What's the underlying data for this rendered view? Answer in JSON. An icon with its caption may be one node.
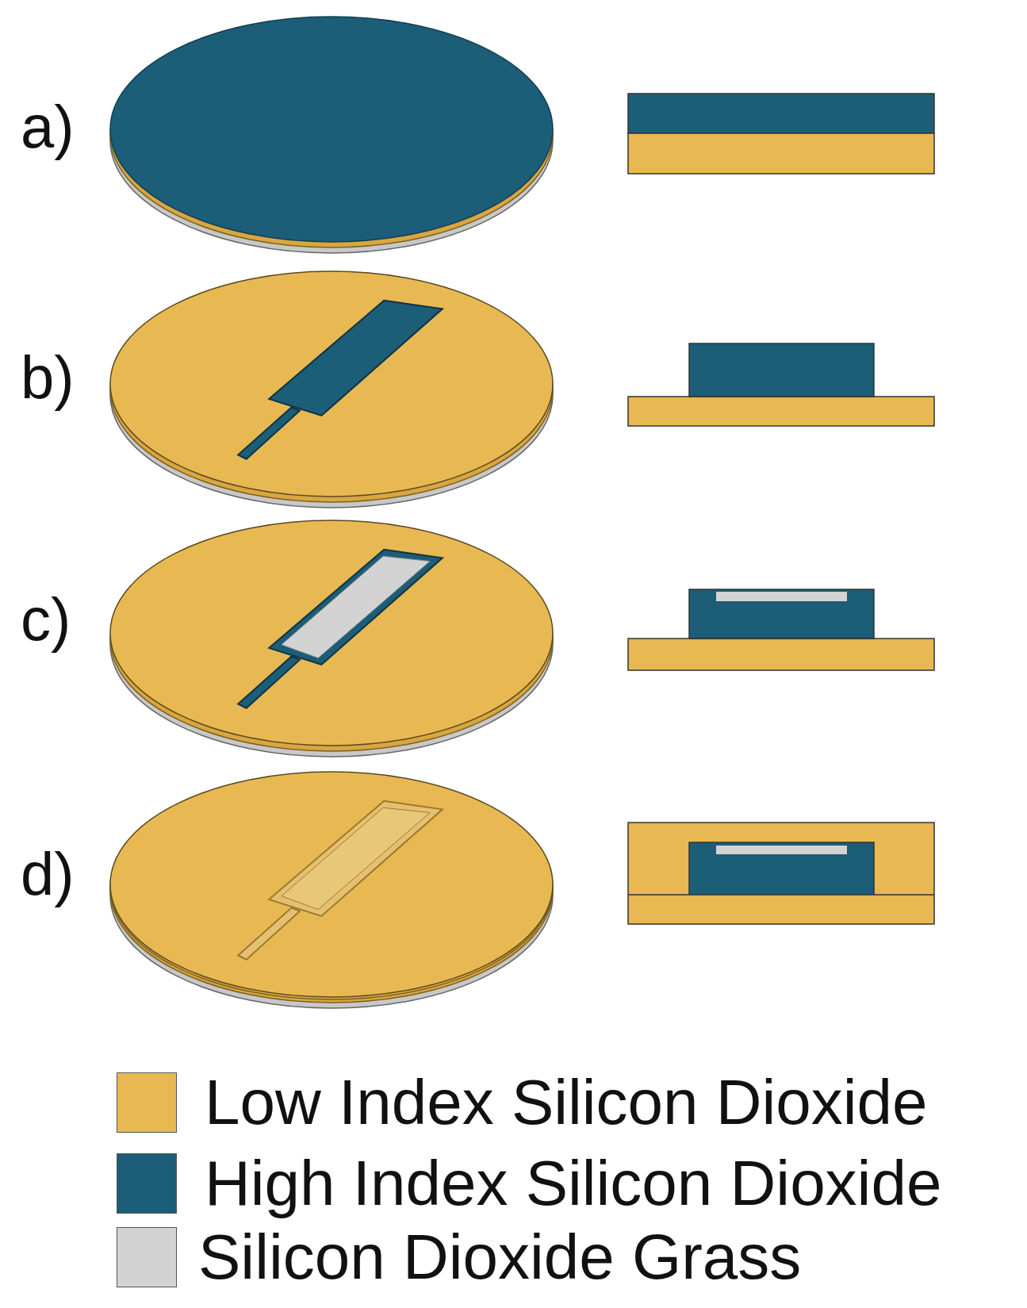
{
  "diagram": {
    "labels": [
      "a)",
      "b)",
      "c)",
      "d)"
    ],
    "legend": [
      {
        "text": "Low Index Silicon Dioxide",
        "color": "#e8b952"
      },
      {
        "text": "High Index Silicon Dioxide",
        "color": "#1c5d78"
      },
      {
        "text": "Silicon Dioxide Grass",
        "color": "#d3d3d3"
      }
    ]
  }
}
